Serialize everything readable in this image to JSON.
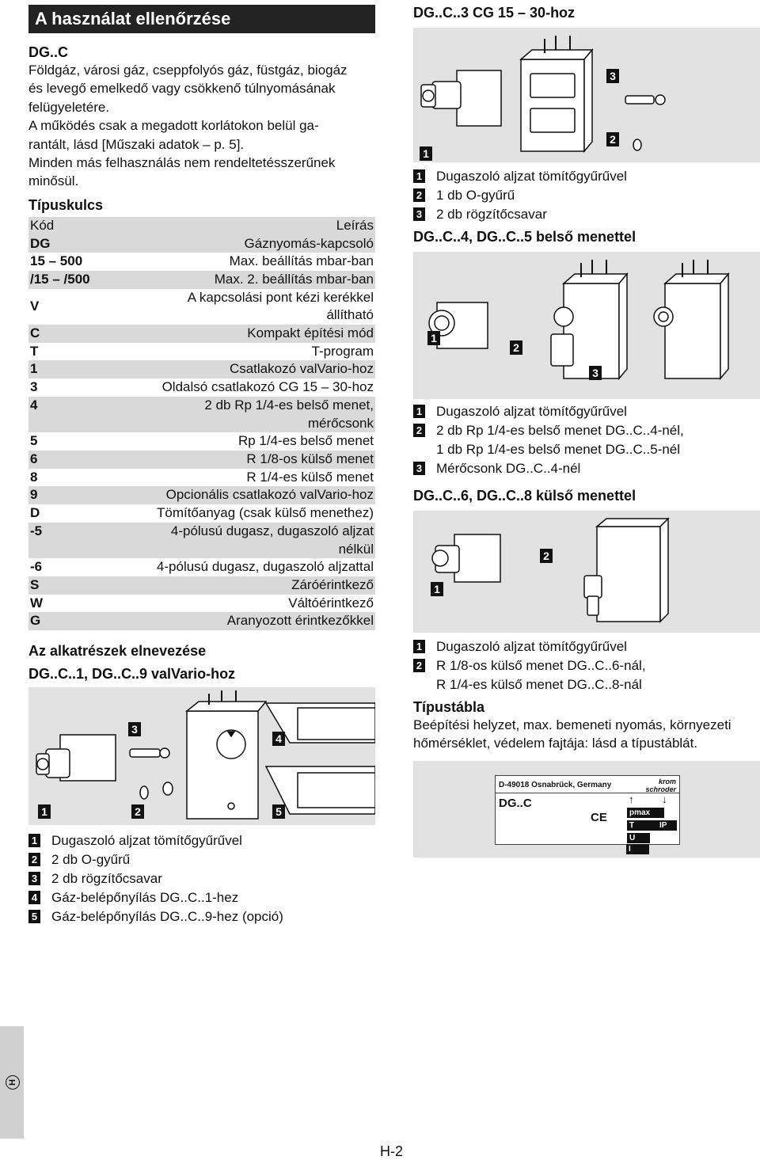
{
  "title": "A használat ellenőrzése",
  "usage": {
    "heading": "DG..C",
    "text_lines": [
      "Földgáz, városi gáz, cseppfolyós gáz, füstgáz, biogáz",
      "és levegő emelkedő vagy csökkenő túlnyomásának",
      "felügyeletére.",
      "A működés csak a megadott korlátokon belül ga-",
      "rantált, lásd [Műszaki adatok – p. 5].",
      "Minden más felhasználás nem rendeltetésszerűnek",
      "minősül."
    ]
  },
  "type_key": {
    "heading": "Típuskulcs",
    "header": {
      "code": "Kód",
      "desc": "Leírás"
    },
    "rows": [
      {
        "code": "DG",
        "desc": "Gáznyomás-kapcsoló"
      },
      {
        "code": "15 – 500",
        "desc": "Max. beállítás mbar-ban"
      },
      {
        "code": "/15 – /500",
        "desc": "Max. 2. beállítás mbar-ban"
      },
      {
        "code": "V",
        "desc": "A kapcsolási pont kézi kerékkel",
        "desc2": "állítható"
      },
      {
        "code": "C",
        "desc": "Kompakt építési mód"
      },
      {
        "code": "T",
        "desc": "T-program"
      },
      {
        "code": "1",
        "desc": "Csatlakozó valVario-hoz"
      },
      {
        "code": "3",
        "desc": "Oldalsó csatlakozó CG 15 – 30-hoz"
      },
      {
        "code": "4",
        "desc": "2 db Rp 1/4-es belső menet,",
        "desc2": "mérőcsonk"
      },
      {
        "code": "5",
        "desc": "Rp 1/4-es belső menet"
      },
      {
        "code": "6",
        "desc": "R 1/8-os külső menet"
      },
      {
        "code": "8",
        "desc": "R 1/4-es külső menet"
      },
      {
        "code": "9",
        "desc": "Opcionális csatlakozó valVario-hoz"
      },
      {
        "code": "D",
        "desc": "Tömítőanyag (csak külső menethez)"
      },
      {
        "code": "-5",
        "desc": "4-pólusú dugasz, dugaszoló aljzat",
        "desc2": "nélkül"
      },
      {
        "code": "-6",
        "desc": "4-pólusú dugasz, dugaszoló aljzattal"
      },
      {
        "code": "S",
        "desc": "Záróérintkező"
      },
      {
        "code": "W",
        "desc": "Váltóérintkező"
      },
      {
        "code": "G",
        "desc": "Aranyozott érintkezőkkel"
      }
    ]
  },
  "parts": {
    "heading": "Az alkatrészek elnevezése",
    "fig1": {
      "heading": "DG..C..1, DG..C..9 valVario-hoz",
      "legend": [
        {
          "num": "1",
          "text": "Dugaszoló aljzat tömítőgyűrűvel"
        },
        {
          "num": "2",
          "text": "2 db O-gyűrű"
        },
        {
          "num": "3",
          "text": "2 db rögzítőcsavar"
        },
        {
          "num": "4",
          "text": "Gáz-belépőnyílás DG..C..1-hez"
        },
        {
          "num": "5",
          "text": "Gáz-belépőnyílás DG..C..9-hez (opció)"
        }
      ]
    },
    "fig2": {
      "heading": "DG..C..3 CG 15 – 30-hoz",
      "legend": [
        {
          "num": "1",
          "text": "Dugaszoló aljzat tömítőgyűrűvel"
        },
        {
          "num": "2",
          "text": "1 db O-gyűrű"
        },
        {
          "num": "3",
          "text": "2 db rögzítőcsavar"
        }
      ]
    },
    "fig3": {
      "heading": "DG..C..4, DG..C..5 belső menettel",
      "legend": [
        {
          "num": "1",
          "text": "Dugaszoló aljzat tömítőgyűrűvel"
        },
        {
          "num": "2",
          "text": "2 db Rp 1/4-es belső menet DG..C..4-nél,",
          "text2": "1 db Rp 1/4-es belső menet DG..C..5-nél"
        },
        {
          "num": "3",
          "text": "Mérőcsonk DG..C..4-nél"
        }
      ]
    },
    "fig4": {
      "heading": "DG..C..6, DG..C..8 külső menettel",
      "legend": [
        {
          "num": "1",
          "text": "Dugaszoló aljzat tömítőgyűrűvel"
        },
        {
          "num": "2",
          "text": "R 1/8-os külső menet DG..C..6-nál,",
          "text2": "R 1/4-es külső menet DG..C..8-nál"
        }
      ]
    }
  },
  "nameplate": {
    "heading": "Típustábla",
    "text_lines": [
      "Beépítési helyzet, max. bemeneti nyomás, környezeti",
      "hőmérséklet, védelem fajtája: lásd a típustáblát."
    ],
    "address": "D-49018 Osnabrück, Germany",
    "logo_line1": "krom",
    "logo_line2": "schroder",
    "model": "DG..C",
    "ce_mark": "CE",
    "up_arrow": "↑",
    "down_arrow": "↓",
    "pmax": "pmax",
    "t_field": "T",
    "ip_field": "IP",
    "u_field": "U",
    "i_field": "I"
  },
  "side_tab": "H",
  "page_number": "H-2"
}
